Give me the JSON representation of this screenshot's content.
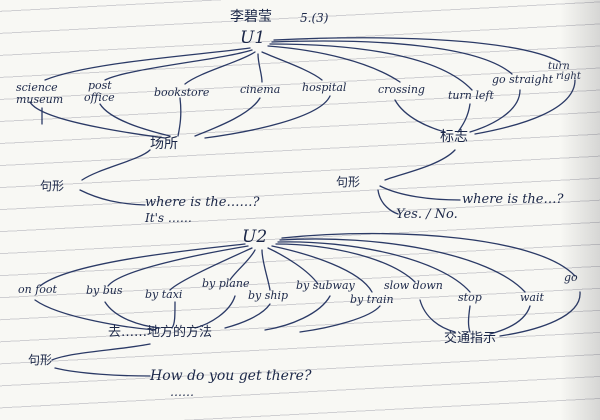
{
  "header": {
    "name": "李碧莹",
    "class": "5.(3)"
  },
  "unit1": {
    "title": "U1",
    "places": [
      "science",
      "museum",
      "post",
      "office",
      "bookstore",
      "cinema",
      "hospital"
    ],
    "signs": [
      "crossing",
      "turn left",
      "go straight",
      "turn",
      "right"
    ],
    "group_places": "场所",
    "group_signs": "标志",
    "pattern_label_left": "句形",
    "pattern_left_q": "where is the……?",
    "pattern_left_a": "It's ……",
    "pattern_label_right": "句形",
    "pattern_right_q": "where is the…?",
    "pattern_right_a": "Yes. / No."
  },
  "unit2": {
    "title": "U2",
    "ways": [
      "on foot",
      "by bus",
      "by taxi",
      "by plane",
      "by ship",
      "by subway",
      "by train"
    ],
    "traffic": [
      "slow down",
      "stop",
      "wait",
      "go"
    ],
    "group_ways": "去……地方的方法",
    "group_traffic": "交通指示",
    "pattern_label": "句形",
    "pattern_q": "How do you get there?",
    "pattern_a": "……"
  },
  "colors": {
    "ink": "#1b2748",
    "paper": "#f8f8f4",
    "rule": "#8c8ca0"
  }
}
